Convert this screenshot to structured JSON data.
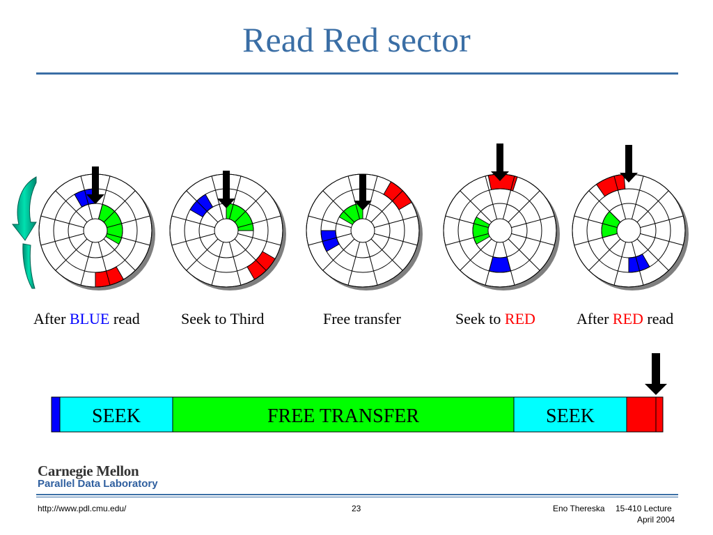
{
  "slide": {
    "title": "Read Red sector",
    "captions": [
      {
        "before": "After ",
        "highlight": "BLUE",
        "highlight_color": "#0000ff",
        "after": " read"
      },
      {
        "before": "Seek to Third",
        "highlight": "",
        "highlight_color": "",
        "after": ""
      },
      {
        "before": "Free transfer",
        "highlight": "",
        "highlight_color": "",
        "after": ""
      },
      {
        "before": "Seek to ",
        "highlight": "RED",
        "highlight_color": "#ff0000",
        "after": ""
      },
      {
        "before": "After ",
        "highlight": "RED",
        "highlight_color": "#ff0000",
        "after": " read"
      }
    ],
    "timeline": {
      "segments": [
        {
          "label": "",
          "color": "#0000ff"
        },
        {
          "label": "SEEK",
          "color": "#00ffff"
        },
        {
          "label": "FREE TRANSFER",
          "color": "#00ff00"
        },
        {
          "label": "SEEK",
          "color": "#00ffff"
        },
        {
          "label": "",
          "color": "#ff0000"
        }
      ]
    },
    "logo": {
      "line1": "Carnegie Mellon",
      "line2": "Parallel Data Laboratory"
    },
    "footer": {
      "url": "http://www.pdl.cmu.edu/",
      "page": "23",
      "author": "Eno Thereska",
      "course": "15-410 Lecture",
      "date": "April 2004"
    },
    "colors": {
      "title": "#3a6ea5",
      "blue_sector": "#0000ff",
      "green_sector": "#00ff00",
      "red_sector": "#ff0000",
      "rotation_arrow": "#00c8a0"
    }
  }
}
